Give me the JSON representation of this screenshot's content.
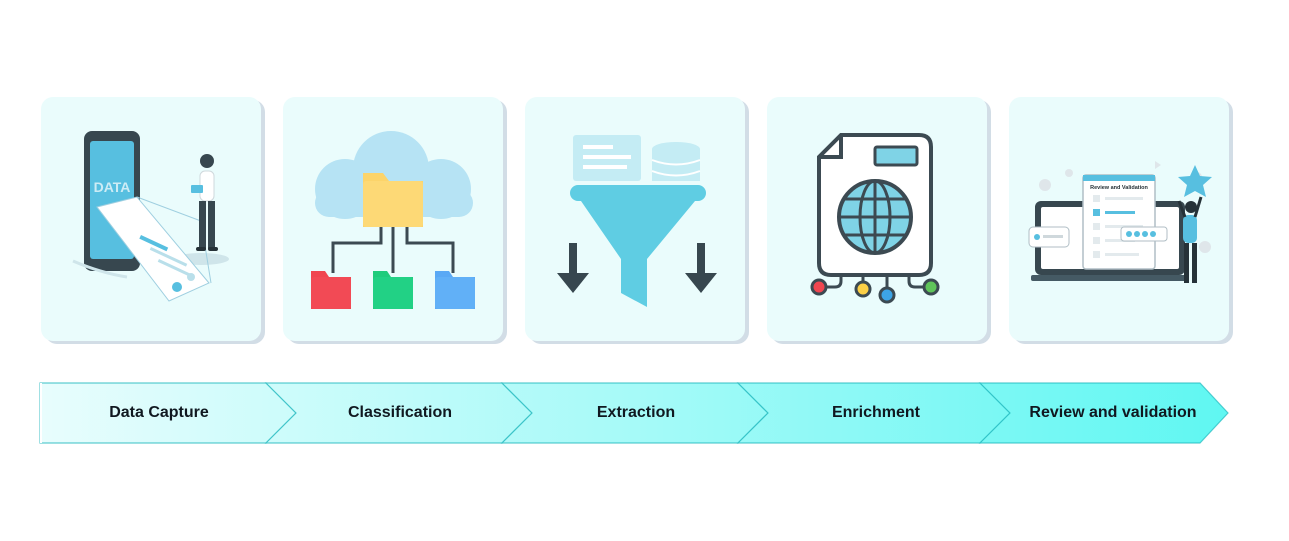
{
  "steps": [
    {
      "label": "Data Capture",
      "illustration": "phone-data-capture-icon"
    },
    {
      "label": "Classification",
      "illustration": "cloud-folder-tree-icon"
    },
    {
      "label": "Extraction",
      "illustration": "funnel-extraction-icon"
    },
    {
      "label": "Enrichment",
      "illustration": "globe-document-network-icon"
    },
    {
      "label": "Review and validation",
      "illustration": "review-checklist-icon"
    }
  ],
  "illustrations": {
    "phone_screen_text": "DATA",
    "review_panel_title": "Review and Validation"
  },
  "colors": {
    "card_background": "#eafcfc",
    "card_shadow": "#d2dde6",
    "chevron_start": "#e8fdfd",
    "chevron_end": "#5ff7f2",
    "folder_red": "#f04650",
    "folder_green": "#1fcc7c",
    "folder_blue": "#5aa9f5",
    "folder_yellow": "#fcd46a",
    "accent_blue": "#57bfe0"
  }
}
